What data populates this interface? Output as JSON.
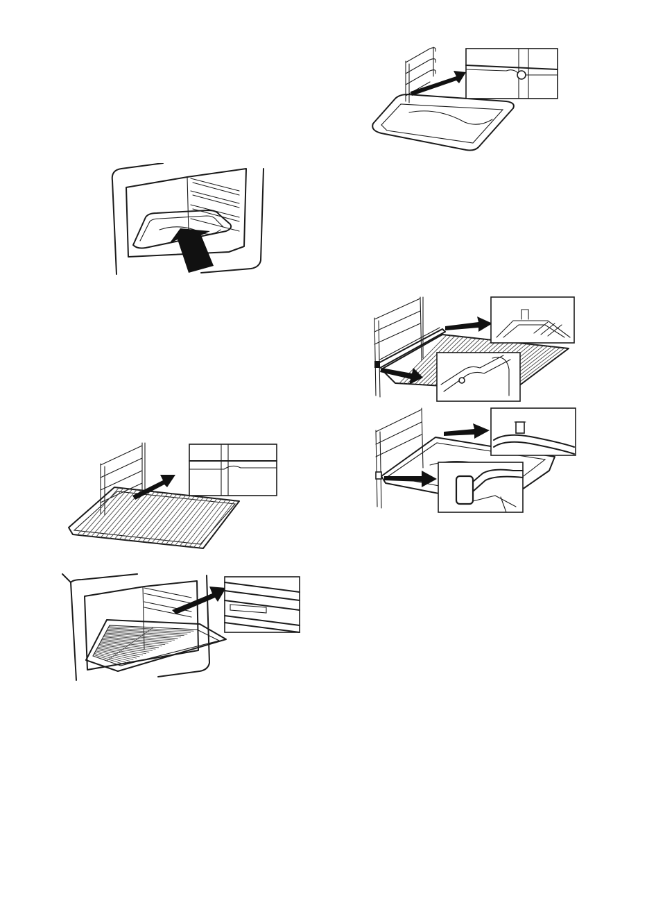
{
  "page": {
    "background": "#ffffff",
    "line_color": "#1a1a1a",
    "arrow_color": "#111111"
  },
  "figures": [
    {
      "id": "fig-tray-insert-oven",
      "icon": "arrow-icon"
    },
    {
      "id": "fig-tray-rail-detail",
      "icon": "arrow-icon"
    },
    {
      "id": "fig-wire-rack-rail-detail",
      "icon": "arrow-icon"
    },
    {
      "id": "fig-wire-rack-in-oven",
      "icon": "arrow-icon"
    },
    {
      "id": "fig-telescopic-rack-detail",
      "icon": "arrow-icon"
    },
    {
      "id": "fig-telescopic-tray-detail",
      "icon": "arrow-icon"
    }
  ]
}
